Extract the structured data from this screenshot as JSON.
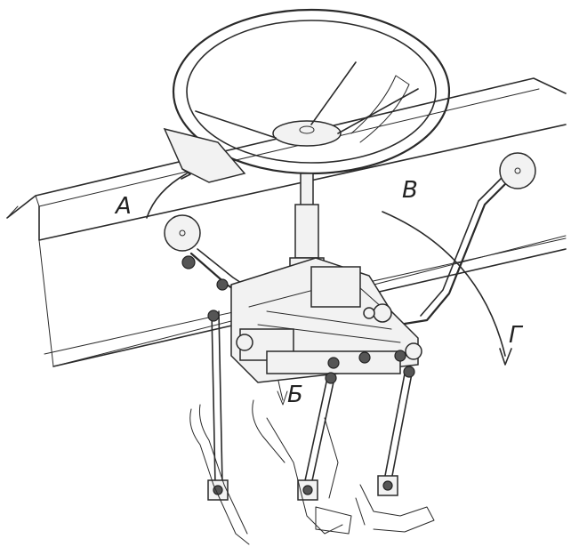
{
  "labels": {
    "a": "А",
    "v": "В",
    "g": "Г",
    "b": "Б"
  }
}
